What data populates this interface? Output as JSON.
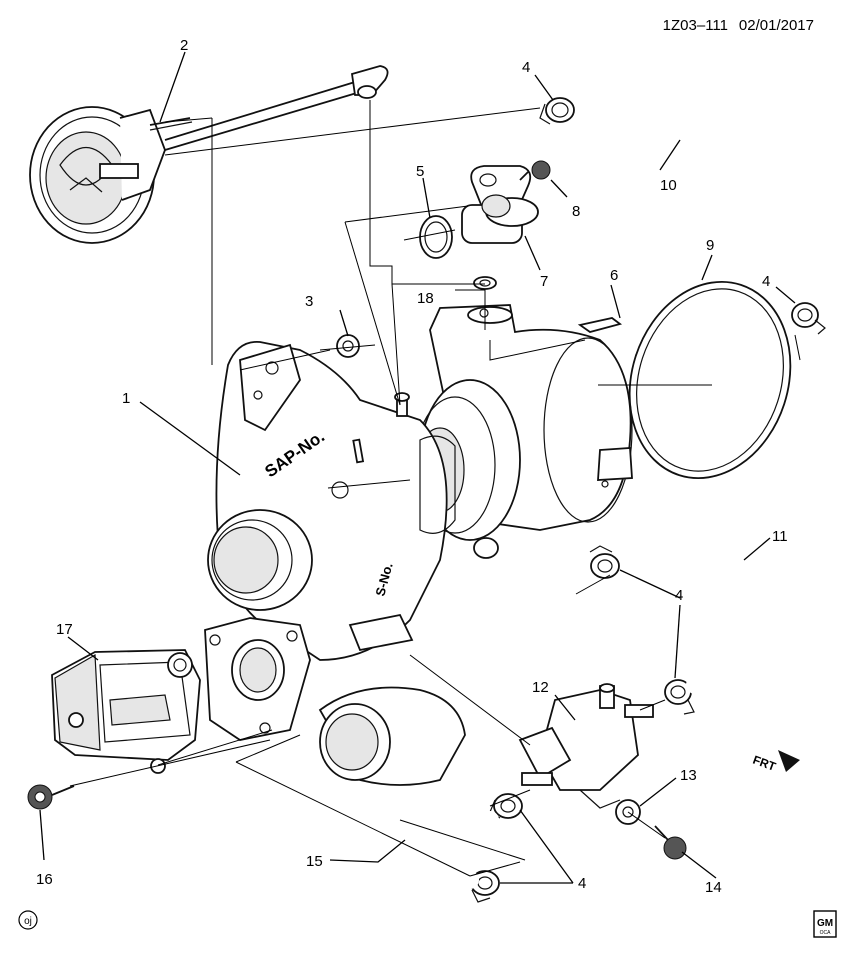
{
  "header": {
    "diagram_id": "1Z03–111",
    "date": "02/01/2017"
  },
  "callouts": {
    "c1": "1",
    "c2": "2",
    "c3": "3",
    "c4a": "4",
    "c4b": "4",
    "c4c": "4",
    "c4d": "4",
    "c5": "5",
    "c6": "6",
    "c7": "7",
    "c8": "8",
    "c9": "9",
    "c10": "10",
    "c11": "11",
    "c12": "12",
    "c13": "13",
    "c14": "14",
    "c15": "15",
    "c16": "16",
    "c17": "17",
    "c18": "18"
  },
  "stamps": {
    "sap": "SAP-No.",
    "sno": "S-No."
  },
  "front_arrow": "FRT",
  "footer": {
    "corner_mark": "oj",
    "brand_top": "GM",
    "brand_bottom": "OCA"
  }
}
